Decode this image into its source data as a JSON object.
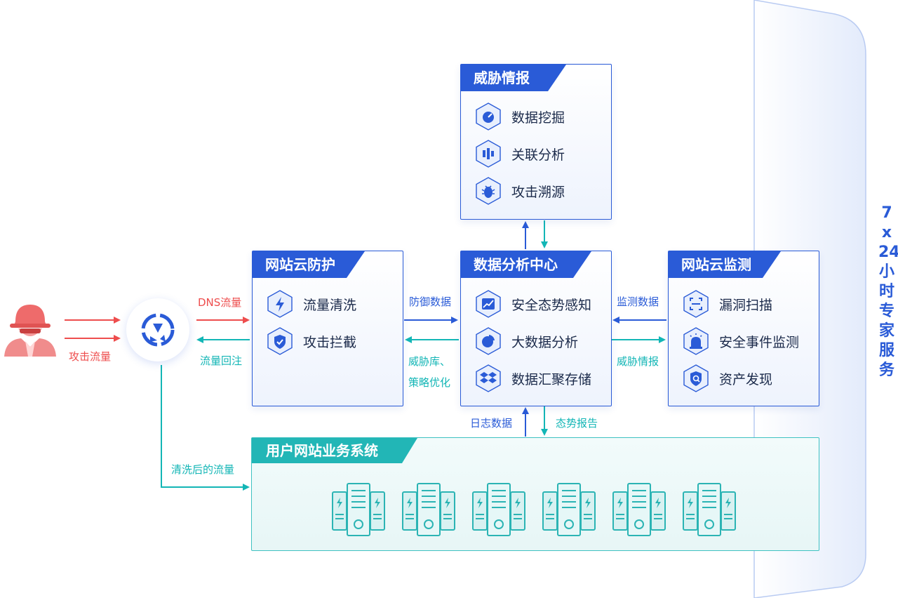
{
  "side_banner": {
    "chars": [
      "7",
      "x",
      "24",
      "小",
      "时",
      "专",
      "家",
      "服",
      "务"
    ]
  },
  "attacker": {
    "label": "攻击流量"
  },
  "flows": {
    "dns": "DNS流量",
    "return": "流量回注",
    "cleaned": "清洗后的流量",
    "defense_data": "防御数据",
    "threat_lib_1": "威胁库、",
    "threat_lib_2": "策略优化",
    "monitor_data": "监测数据",
    "threat_intel": "威胁情报",
    "log_data": "日志数据",
    "situation_report": "态势报告"
  },
  "threat_intel_panel": {
    "title": "威胁情报",
    "items": [
      {
        "label": "数据挖掘",
        "icon": "gauge-icon"
      },
      {
        "label": "关联分析",
        "icon": "candlestick-icon"
      },
      {
        "label": "攻击溯源",
        "icon": "bug-icon"
      }
    ]
  },
  "cloud_protection_panel": {
    "title": "网站云防护",
    "items": [
      {
        "label": "流量清洗",
        "icon": "lightning-icon"
      },
      {
        "label": "攻击拦截",
        "icon": "shield-check-icon"
      }
    ]
  },
  "analysis_center_panel": {
    "title": "数据分析中心",
    "items": [
      {
        "label": "安全态势感知",
        "icon": "trend-chart-icon"
      },
      {
        "label": "大数据分析",
        "icon": "pie-chart-icon"
      },
      {
        "label": "数据汇聚存储",
        "icon": "dropbox-icon"
      }
    ]
  },
  "cloud_monitor_panel": {
    "title": "网站云监测",
    "items": [
      {
        "label": "漏洞扫描",
        "icon": "scan-icon"
      },
      {
        "label": "安全事件监测",
        "icon": "alarm-icon"
      },
      {
        "label": "资产发现",
        "icon": "search-shield-icon"
      }
    ]
  },
  "business_system": {
    "title": "用户网站业务系统",
    "server_count": 6
  },
  "colors": {
    "blue": "#2a5bd7",
    "teal": "#13b6b6",
    "red": "#ee4d4d"
  }
}
